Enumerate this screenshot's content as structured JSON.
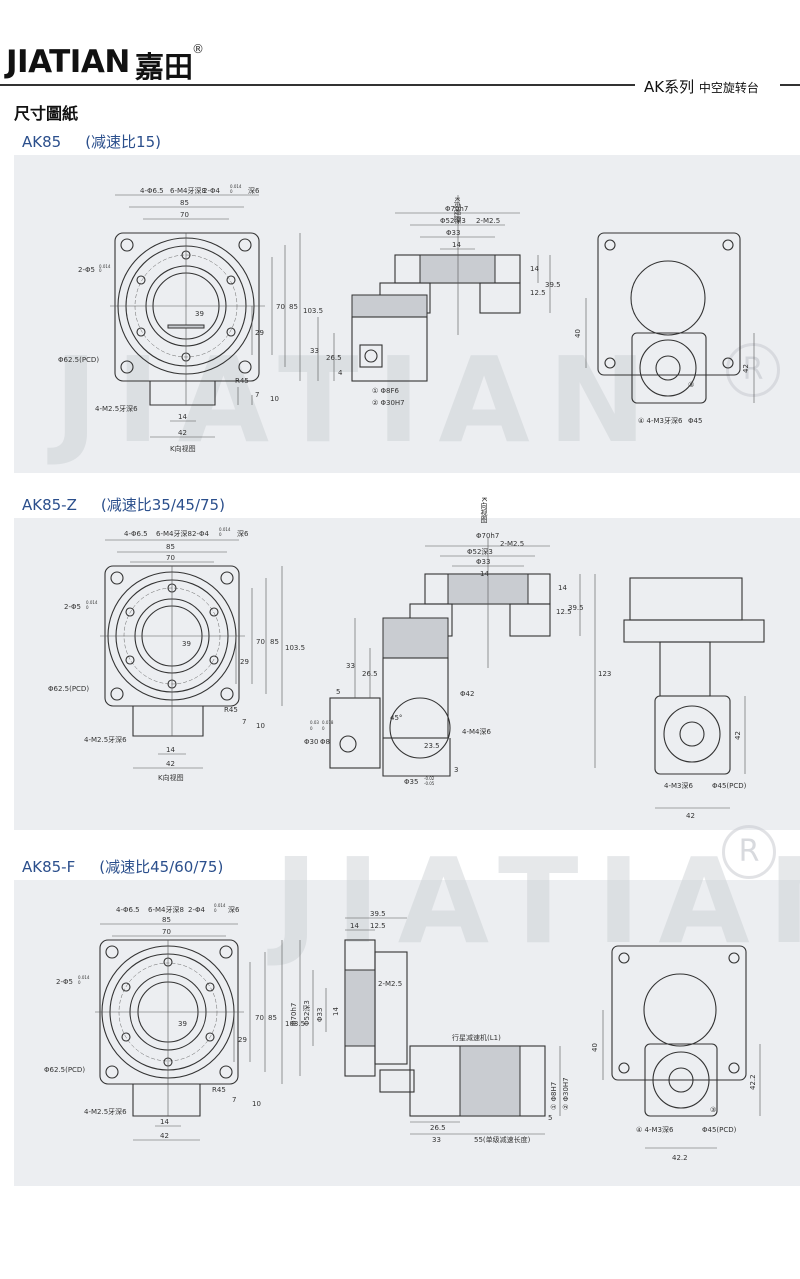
{
  "header": {
    "brand": "JIATIAN",
    "brand_cn": "嘉田",
    "registered_mark": "®",
    "series": "AK系列",
    "series_sub": "中空旋转台"
  },
  "section_title": "尺寸圖紙",
  "watermark": {
    "text": "JIATIAN",
    "mark": "R"
  },
  "panels": [
    {
      "model": "AK85",
      "ratio": "(减速比15)",
      "dims": [
        "4-Φ6.5",
        "6-M4牙深8",
        "2-Φ4",
        "0.014",
        "0",
        "深6",
        "85",
        "70",
        "2-Φ5",
        "0.014",
        "0",
        "39",
        "70",
        "85",
        "103.5",
        "29",
        "Φ62.5(PCD)",
        "R45",
        "7",
        "10",
        "4-M2.5牙深6",
        "14",
        "42",
        "K向视图"
      ],
      "side_dims": [
        "K向视图",
        "Φ70h7",
        "2-M2.5",
        "Φ52深3",
        "Φ33",
        "14",
        "14",
        "12.5",
        "39.5",
        "33",
        "26.5",
        "4",
        "① Φ8F6",
        "② Φ30H7"
      ],
      "right_dims": [
        "40",
        "42",
        "③",
        "④ 4-M3牙深6",
        "Φ45"
      ]
    },
    {
      "model": "AK85-Z",
      "ratio": "(减速比35/45/75)",
      "dims": [
        "4-Φ6.5",
        "6-M4牙深8",
        "2-Φ4",
        "0.014",
        "0",
        "深6",
        "85",
        "70",
        "2-Φ5",
        "0.014",
        "0",
        "39",
        "70",
        "85",
        "103.5",
        "29",
        "Φ62.5(PCD)",
        "R45",
        "7",
        "10",
        "4-M2.5牙深6",
        "14",
        "42",
        "K向视图"
      ],
      "side_dims": [
        "K向视图",
        "Φ70h7",
        "2-M2.5",
        "Φ52深3",
        "Φ33",
        "14",
        "14",
        "12.5",
        "39.5",
        "123",
        "33",
        "26.5",
        "5",
        "Φ42",
        "45°",
        "Φ30",
        "0.03",
        "0",
        "Φ8",
        "0.018",
        "0",
        "4-M4深6",
        "23.5",
        "3",
        "Φ35",
        "-0.02",
        "-0.05"
      ],
      "right_dims": [
        "42",
        "4-M3深6",
        "Φ45(PCD)",
        "42"
      ]
    },
    {
      "model": "AK85-F",
      "ratio": "(减速比45/60/75)",
      "dims": [
        "4-Φ6.5",
        "6-M4牙深8",
        "2-Φ4",
        "0.014",
        "0",
        "深6",
        "85",
        "70",
        "2-Φ5",
        "0.014",
        "0",
        "39",
        "70",
        "85",
        "103.5",
        "29",
        "Φ62.5(PCD)",
        "R45",
        "7",
        "10",
        "4-M2.5牙深6",
        "14",
        "42"
      ],
      "side_dims": [
        "39.5",
        "14",
        "12.5",
        "2-M2.5",
        "Φ70h7",
        "Φ52深3",
        "Φ33",
        "14",
        "行星减速机(L1)",
        "① Φ8H7",
        "② Φ30H7",
        "5",
        "26.5",
        "33",
        "55(单级减速长度)"
      ],
      "right_dims": [
        "40",
        "42.2",
        "③",
        "④ 4-M3深6",
        "Φ45(PCD)",
        "42.2"
      ]
    }
  ]
}
